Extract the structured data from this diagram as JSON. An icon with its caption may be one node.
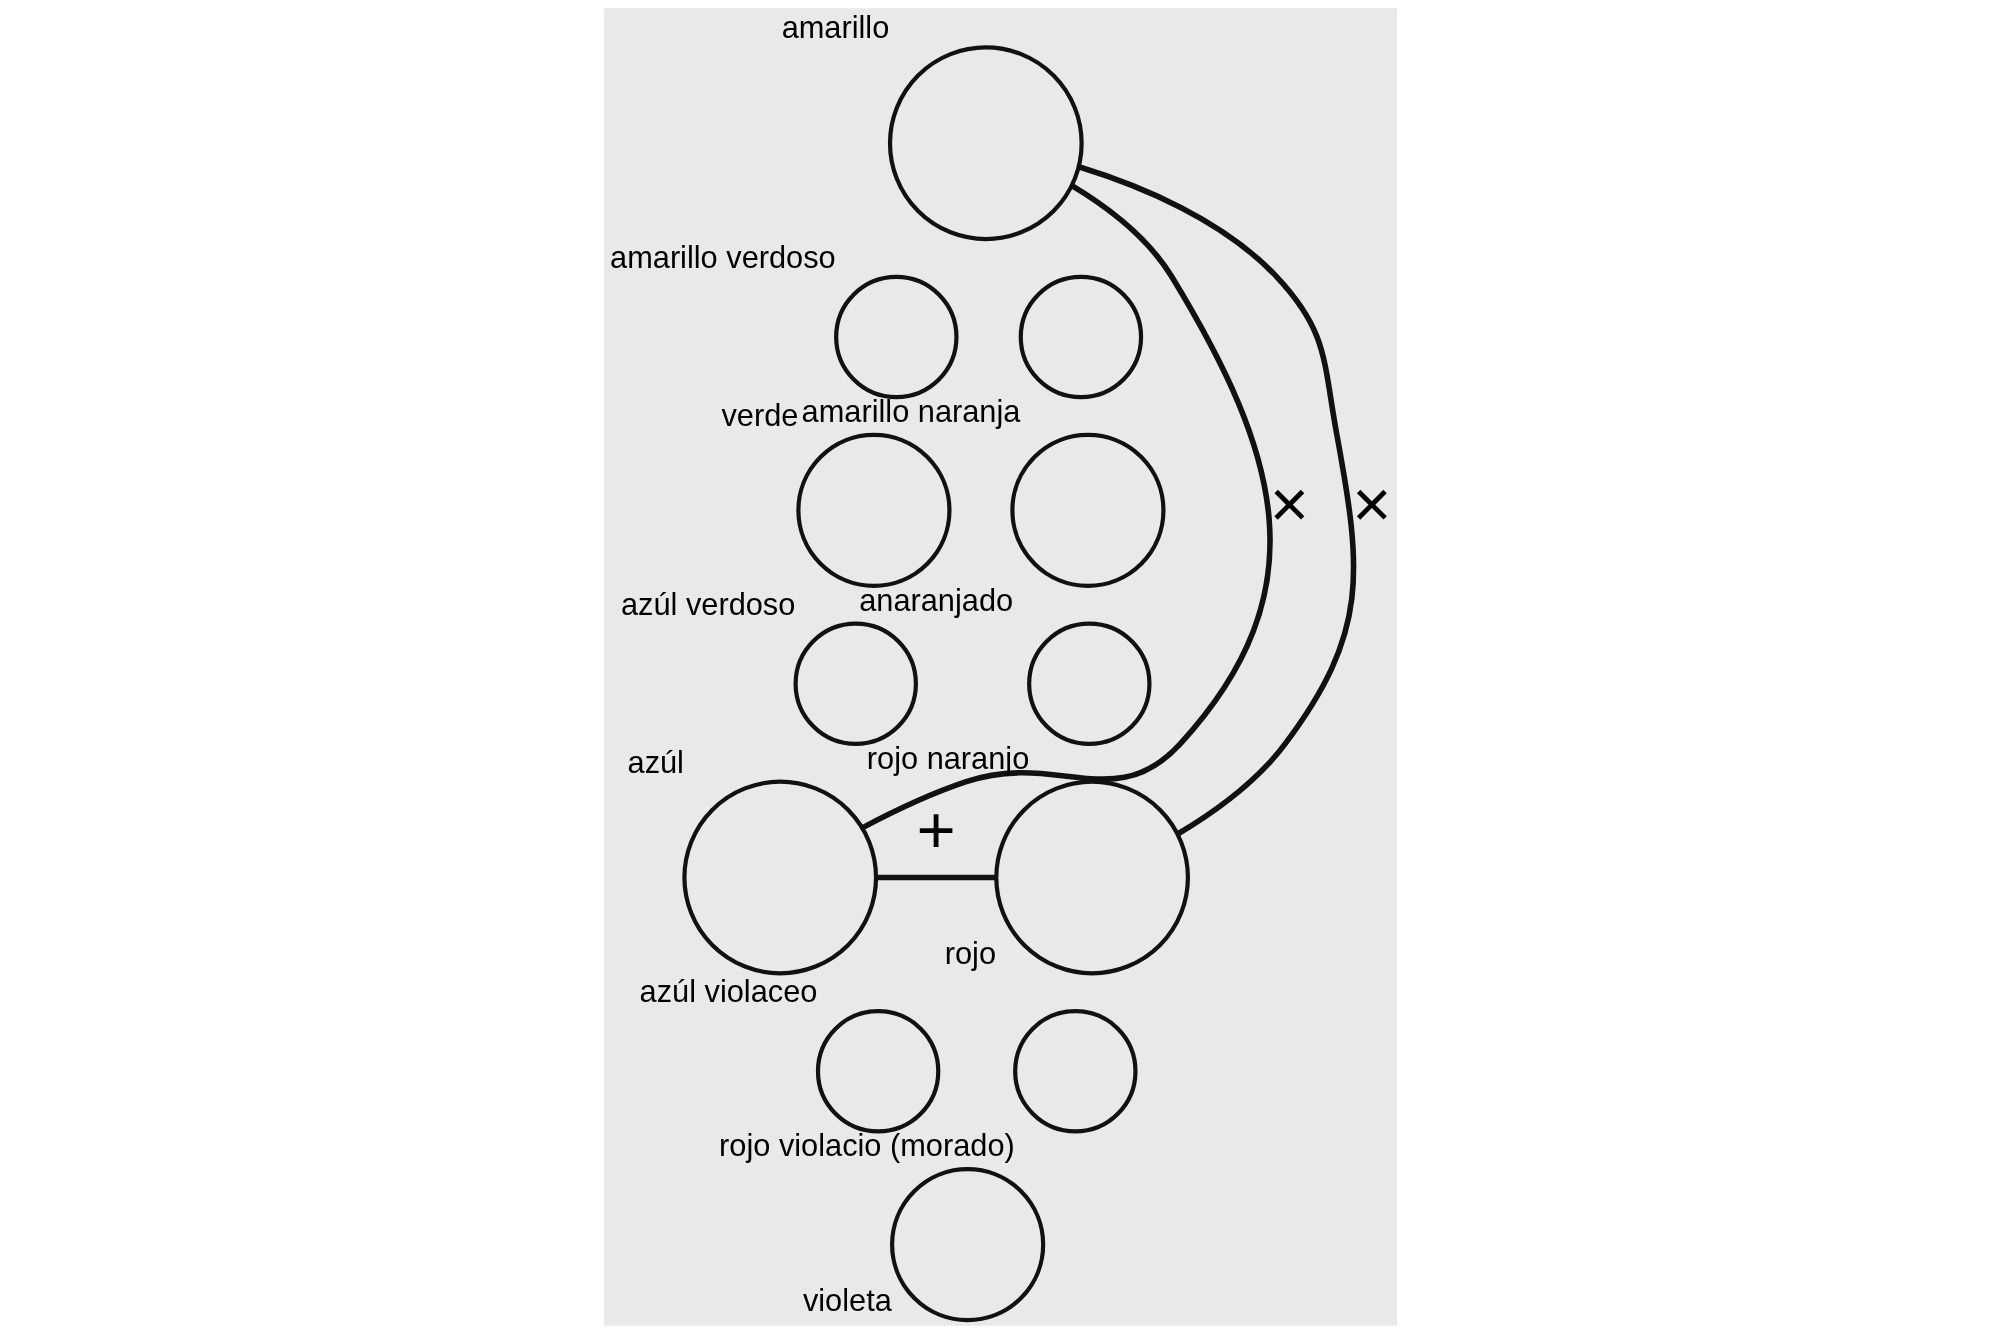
{
  "diagram": {
    "nodes": [
      {
        "text": [],
        "shape": "circle",
        "beside": [
          "amarillo"
        ]
      },
      {
        "text": [],
        "shape": "circle",
        "beside": [
          "amarillo verdoso"
        ]
      },
      {
        "text": [],
        "shape": "circle",
        "beside": [
          "amarillo naranja"
        ]
      },
      {
        "text": [],
        "shape": "circle",
        "beside": [
          "verde"
        ]
      },
      {
        "text": [],
        "shape": "circle",
        "beside": [
          "anaranjado"
        ]
      },
      {
        "text": [],
        "shape": "circle",
        "beside": [
          "azúl verdoso"
        ]
      },
      {
        "text": [],
        "shape": "circle",
        "beside": [
          "rojo naranjo"
        ]
      },
      {
        "text": [],
        "shape": "circle",
        "beside": [
          "azúl"
        ]
      },
      {
        "text": [],
        "shape": "circle",
        "beside": [
          "rojo"
        ]
      },
      {
        "text": [],
        "shape": "circle",
        "beside": [
          "azúl violaceo"
        ]
      },
      {
        "text": [],
        "shape": "circle",
        "beside": [
          "rojo violacio (morado)"
        ]
      },
      {
        "text": [],
        "shape": "circle",
        "beside": [
          "violeta"
        ]
      }
    ],
    "edges": [
      {
        "from": 0,
        "to": 7,
        "arrow": "none",
        "label": "×"
      },
      {
        "from": 0,
        "to": 8,
        "arrow": "none",
        "label": "×"
      },
      {
        "from": 7,
        "to": 8,
        "arrow": "none",
        "label": "+"
      }
    ]
  }
}
